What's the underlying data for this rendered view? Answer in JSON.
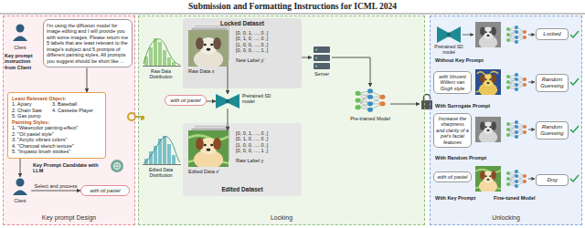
{
  "diagram": {
    "title": "Submission and Formatting Instructions for ICML 2024",
    "nodes": [
      {
        "text": [
          "Key prompt Design"
        ]
      },
      {
        "text": [
          "Client"
        ],
        "in": 0
      },
      {
        "text": [
          "I'm using the diffusion model for image editing and I will provide you with some images. Please return me 5 labels that are least relevant to the image's subject and 5 prompts of different painting styles. All prompts you suggest should be short like ..."
        ],
        "in": 0
      },
      {
        "text": [
          "Least Relevant Object:",
          "1. Apiary",
          "3. Baseball",
          "2. Chain Saw",
          "4. Cassette Player",
          "5. Gas pump",
          "Painting Styles:",
          "1. \"Watercolor painting-effect\"",
          "2. \"Oil pastel style\"",
          "3. \"Acrylic vibrant colors\"",
          "4. \"Charcoal sketch texture\"",
          "5. \"Impasto brush strokes\""
        ],
        "in": 0
      },
      {
        "text": [
          "Client"
        ],
        "in": 0
      },
      {
        "text": [
          "with oil pastel"
        ],
        "in": 0
      },
      {
        "text": [
          "Locking"
        ]
      },
      {
        "text": [
          "Locked Dataset"
        ],
        "in": 6
      },
      {
        "text": [
          "Raw Data x"
        ],
        "in": 7
      },
      {
        "text": [
          "[0, 0, 1, ..., 0 ,]",
          "[0, 1, 0, ..., 0 ,]",
          "[1, 0, 0, ..., 0 ,]",
          "[0, 0, 0, ..., 1 ,]",
          "New Label y'"
        ],
        "in": 7
      },
      {
        "text": [
          "Pretrained SD model"
        ],
        "in": 6
      },
      {
        "text": [
          "with oil pastel"
        ],
        "in": 6
      },
      {
        "text": [
          "Edited Dataset"
        ],
        "in": 6
      },
      {
        "text": [
          "Edited Data x'"
        ],
        "in": 12
      },
      {
        "text": [
          "[0, 0, 1, ..., 0 ,]",
          "[0, 1, 0, ..., 0 ,]",
          "[1, 0, 0, ..., 0 ,]",
          "[0, 0, 0, ..., 1 ,]",
          "Raw Label y"
        ],
        "in": 12
      },
      {
        "text": [
          "Server"
        ],
        "in": 6
      },
      {
        "text": [
          "Pre-trained Model"
        ],
        "in": 6
      },
      {
        "text": [
          "Unlocking"
        ]
      },
      {
        "text": [
          "Pretrained SD model"
        ],
        "in": 17
      },
      {
        "text": [
          "Locked"
        ],
        "in": 17
      },
      {
        "text": [
          "with Vincent Willem van Gogh style"
        ],
        "in": 17
      },
      {
        "text": [
          "Random Guessing"
        ],
        "in": 17
      },
      {
        "text": [
          "Increase the sharpness and clarity of a pet's facial features"
        ],
        "in": 17
      },
      {
        "text": [
          "Random Guessing"
        ],
        "in": 17
      },
      {
        "text": [
          "with oil pastel"
        ],
        "in": 17
      },
      {
        "text": [
          "Dog"
        ],
        "in": 17
      }
    ],
    "edges": [
      {
        "from": 2,
        "to": 3,
        "arrow": "to"
      },
      {
        "from": 3,
        "to": 4,
        "arrow": "to"
      },
      {
        "from": 4,
        "to": 5,
        "label": "Select and process",
        "arrow": "to"
      },
      {
        "from": 8,
        "to": 10,
        "arrow": "to"
      },
      {
        "from": 11,
        "to": 10,
        "arrow": "to"
      },
      {
        "from": 10,
        "to": 13,
        "arrow": "to"
      },
      {
        "from": 7,
        "to": 15,
        "arrow": "to"
      },
      {
        "from": 15,
        "to": 16,
        "arrow": "to"
      }
    ],
    "labels": [
      "Key prompt instruction from Client",
      "Key Prompt Candidate with LLM",
      "Raw Data Distribution",
      "Edited Data Distribution",
      "Without Key Prompt",
      "With Surrogate Prompt",
      "With Random Prompt",
      "With Key Prompt",
      "Fine-tuned Model"
    ]
  }
}
